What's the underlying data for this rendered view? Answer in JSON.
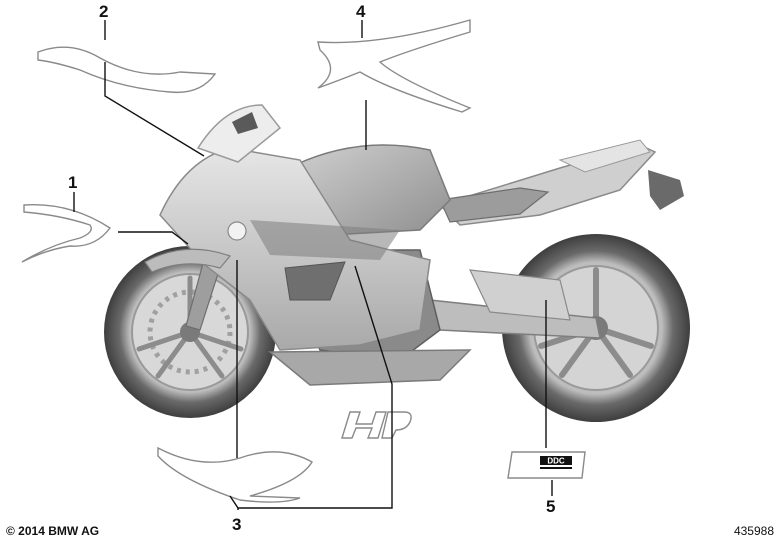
{
  "diagram": {
    "callouts": [
      {
        "id": "1",
        "label": "1"
      },
      {
        "id": "2",
        "label": "2"
      },
      {
        "id": "3",
        "label": "3"
      },
      {
        "id": "4",
        "label": "4"
      },
      {
        "id": "5",
        "label": "5"
      }
    ],
    "decal_hp_text": "HP",
    "decal_ddc_text": "DDC",
    "colors": {
      "body_light": "#d9d9d9",
      "body_mid": "#b5b5b5",
      "body_dark": "#6e6e6e",
      "tire": "#4a4a4a",
      "outline": "#8a8a8a",
      "leader": "#111111"
    }
  },
  "footer": {
    "copyright": "© 2014 BMW AG",
    "image_number": "435988"
  }
}
